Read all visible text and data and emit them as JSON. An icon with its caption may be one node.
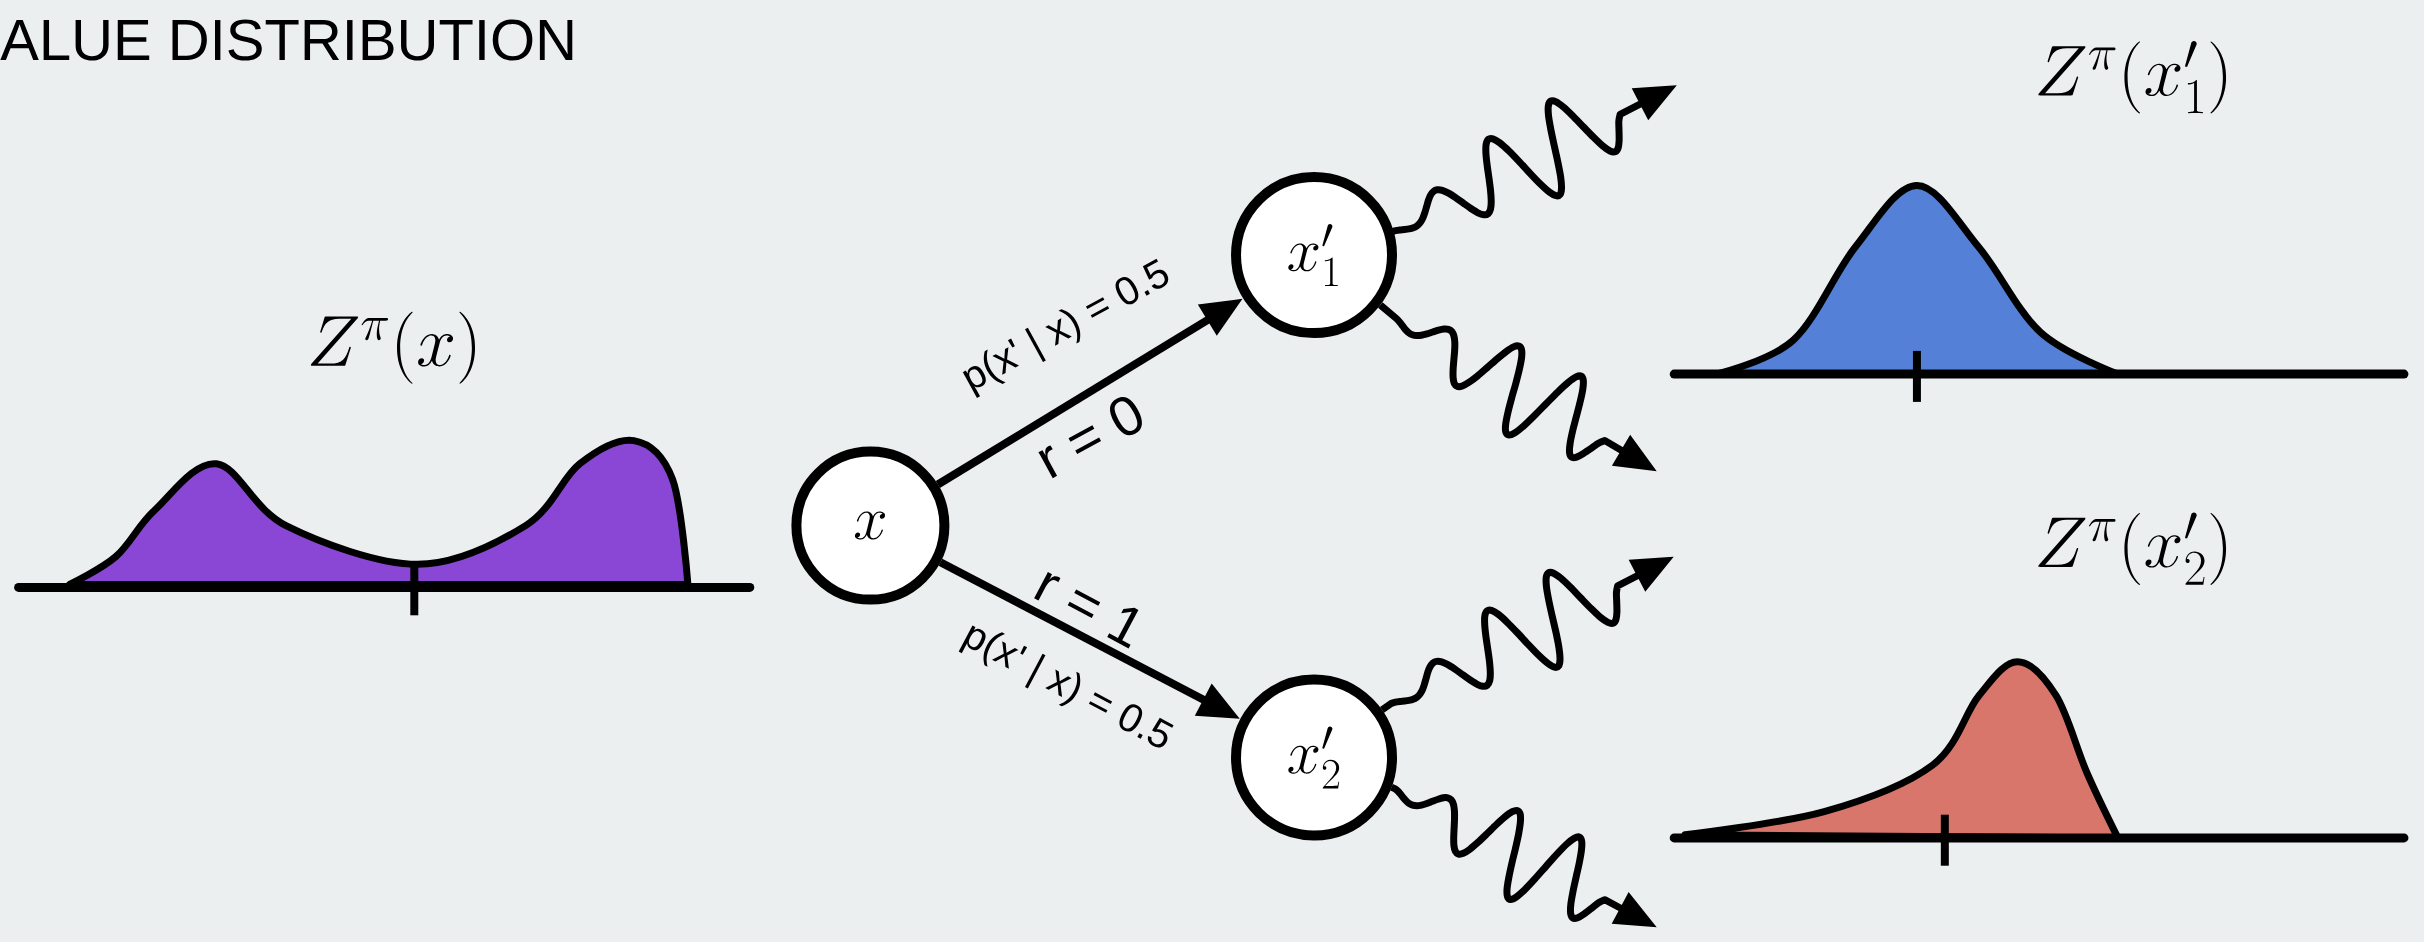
{
  "diagram": {
    "title": "ALUE DISTRIBUTION",
    "nodes": [
      {
        "text": [
          "x"
        ]
      },
      {
        "text": [
          "x'_1"
        ]
      },
      {
        "text": [
          "x'_2"
        ]
      }
    ],
    "edges": [
      {
        "from": 0,
        "to": 1,
        "arrow": "to",
        "label": "r = 0"
      },
      {
        "from": 0,
        "to": 2,
        "arrow": "to",
        "label": "r = 1"
      },
      {
        "from": 1,
        "to": null,
        "arrow": "to"
      },
      {
        "from": 1,
        "to": null,
        "arrow": "to"
      },
      {
        "from": 2,
        "to": null,
        "arrow": "to"
      },
      {
        "from": 2,
        "to": null,
        "arrow": "to"
      }
    ],
    "labels": [
      "Z^{\\pi}(x'_1)",
      "Z^{\\pi}(x)",
      "p(x' | x) = 0.5",
      "p(x' | x) = 0.5",
      "Z^{\\pi}(x'_2)"
    ]
  }
}
